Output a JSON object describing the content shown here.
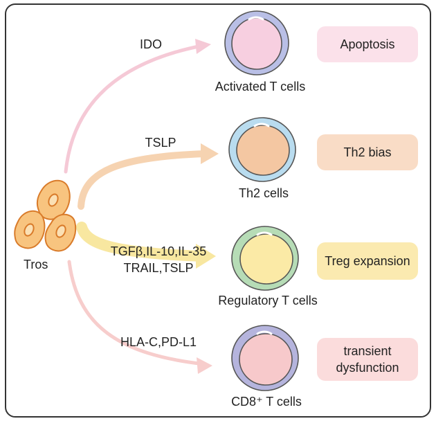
{
  "source_label": "Tros",
  "pathways": [
    {
      "mediators": [
        "IDO"
      ],
      "cell_label": "Activated T cells",
      "outcome": [
        "Apoptosis"
      ],
      "colors": {
        "arrow": "#f5c9d6",
        "cell_fill": "#f7cfe0",
        "cell_ring": "#b9bfe6",
        "box": "#fbe1ea"
      }
    },
    {
      "mediators": [
        "TSLP"
      ],
      "cell_label": "Th2 cells",
      "outcome": [
        "Th2 bias"
      ],
      "colors": {
        "arrow": "#f6d3b1",
        "cell_fill": "#f4c7a2",
        "cell_ring": "#b9dcef",
        "box": "#f9dcc6"
      }
    },
    {
      "mediators": [
        "TGFβ,IL-10,IL-35",
        "TRAIL,TSLP"
      ],
      "cell_label": "Regulatory T cells",
      "outcome": [
        "Treg expansion"
      ],
      "colors": {
        "arrow": "#f8e7a0",
        "cell_fill": "#fbeaa6",
        "cell_ring": "#b6dcb6",
        "box": "#fbeab0"
      }
    },
    {
      "mediators": [
        "HLA-C,PD-L1"
      ],
      "cell_label": "CD8⁺ T cells",
      "outcome": [
        "transient",
        "dysfunction"
      ],
      "colors": {
        "arrow": "#f7cdcc",
        "cell_fill": "#f7c9cb",
        "cell_ring": "#b5b4dd",
        "box": "#fbdcdc"
      }
    }
  ],
  "colors": {
    "frame": "#333333",
    "tros_fill": "#f8c47f",
    "tros_stroke": "#d97b2a"
  }
}
